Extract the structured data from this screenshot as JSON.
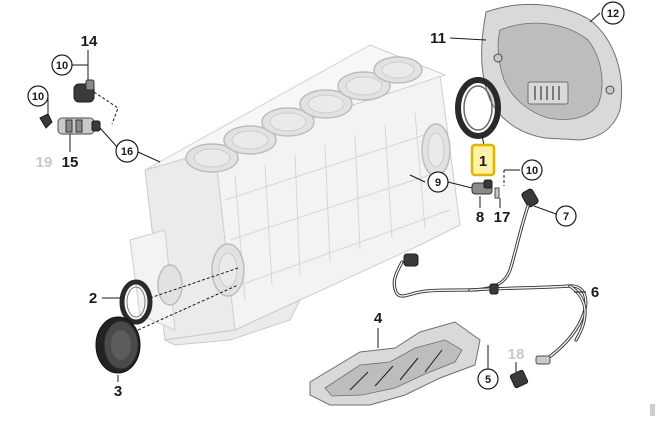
{
  "diagram": {
    "callouts": [
      {
        "id": "c1",
        "label": "1",
        "style": "highlighted"
      },
      {
        "id": "c2",
        "label": "2",
        "style": "plain"
      },
      {
        "id": "c3",
        "label": "3",
        "style": "plain"
      },
      {
        "id": "c4",
        "label": "4",
        "style": "plain"
      },
      {
        "id": "c5",
        "label": "5",
        "style": "circled"
      },
      {
        "id": "c6",
        "label": "6",
        "style": "plain"
      },
      {
        "id": "c7",
        "label": "7",
        "style": "circled"
      },
      {
        "id": "c8",
        "label": "8",
        "style": "plain"
      },
      {
        "id": "c9",
        "label": "9",
        "style": "circled"
      },
      {
        "id": "c10a",
        "label": "10",
        "style": "circled"
      },
      {
        "id": "c10b",
        "label": "10",
        "style": "circled"
      },
      {
        "id": "c10c",
        "label": "10",
        "style": "circled"
      },
      {
        "id": "c11",
        "label": "11",
        "style": "plain"
      },
      {
        "id": "c12",
        "label": "12",
        "style": "circled"
      },
      {
        "id": "c14",
        "label": "14",
        "style": "plain"
      },
      {
        "id": "c15",
        "label": "15",
        "style": "plain"
      },
      {
        "id": "c16",
        "label": "16",
        "style": "circled"
      },
      {
        "id": "c17",
        "label": "17",
        "style": "plain"
      },
      {
        "id": "c18",
        "label": "18",
        "style": "faded"
      },
      {
        "id": "c19",
        "label": "19",
        "style": "faded"
      }
    ],
    "colors": {
      "highlight_fill": "#fff2a8",
      "highlight_border": "#e2b400",
      "line": "#1a1a1a",
      "faded_label": "#c8c8c8"
    }
  }
}
